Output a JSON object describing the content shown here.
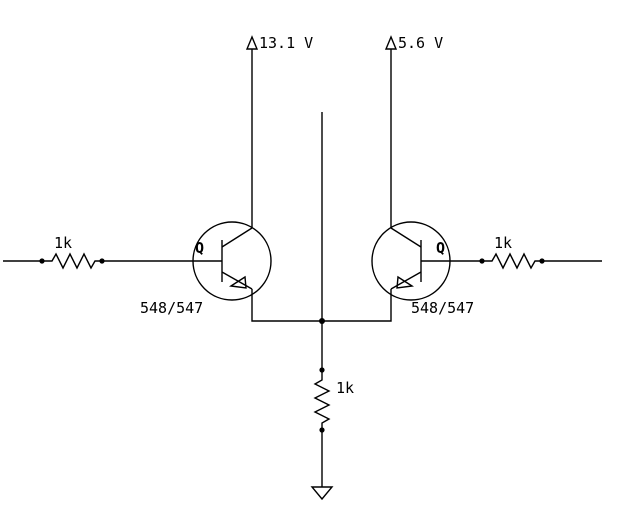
{
  "supplies": {
    "left": "13.1 V",
    "right": "5.6 V"
  },
  "transistors": {
    "left": {
      "designator": "Q",
      "part": "548/547"
    },
    "right": {
      "designator": "Q",
      "part": "548/547"
    }
  },
  "resistors": {
    "left": "1k",
    "right": "1k",
    "emitter": "1k"
  }
}
